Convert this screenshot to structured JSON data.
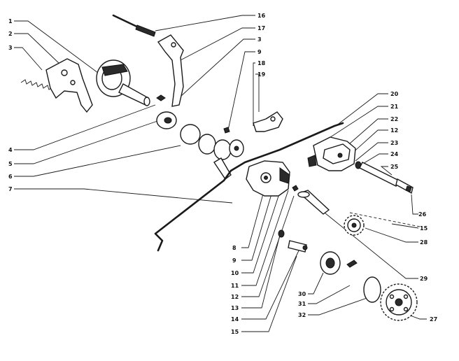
{
  "callouts": [
    {
      "id": "c1",
      "label": "1"
    },
    {
      "id": "c2",
      "label": "2"
    },
    {
      "id": "c3a",
      "label": "3"
    },
    {
      "id": "c4",
      "label": "4"
    },
    {
      "id": "c5",
      "label": "5"
    },
    {
      "id": "c6",
      "label": "6"
    },
    {
      "id": "c7",
      "label": "7"
    },
    {
      "id": "c16",
      "label": "16"
    },
    {
      "id": "c17",
      "label": "17"
    },
    {
      "id": "c3b",
      "label": "3"
    },
    {
      "id": "c9a",
      "label": "9"
    },
    {
      "id": "c18",
      "label": "18"
    },
    {
      "id": "c19",
      "label": "19"
    },
    {
      "id": "c20",
      "label": "20"
    },
    {
      "id": "c21",
      "label": "21"
    },
    {
      "id": "c22",
      "label": "22"
    },
    {
      "id": "c12a",
      "label": "12"
    },
    {
      "id": "c23",
      "label": "23"
    },
    {
      "id": "c24",
      "label": "24"
    },
    {
      "id": "c25",
      "label": "25"
    },
    {
      "id": "c26",
      "label": "26"
    },
    {
      "id": "c15a",
      "label": "15"
    },
    {
      "id": "c28",
      "label": "28"
    },
    {
      "id": "c8",
      "label": "8"
    },
    {
      "id": "c9b",
      "label": "9"
    },
    {
      "id": "c10",
      "label": "10"
    },
    {
      "id": "c11",
      "label": "11"
    },
    {
      "id": "c12b",
      "label": "12"
    },
    {
      "id": "c13",
      "label": "13"
    },
    {
      "id": "c14",
      "label": "14"
    },
    {
      "id": "c15b",
      "label": "15"
    },
    {
      "id": "c29",
      "label": "29"
    },
    {
      "id": "c30",
      "label": "30"
    },
    {
      "id": "c31",
      "label": "31"
    },
    {
      "id": "c32",
      "label": "32"
    },
    {
      "id": "c27",
      "label": "27"
    }
  ]
}
